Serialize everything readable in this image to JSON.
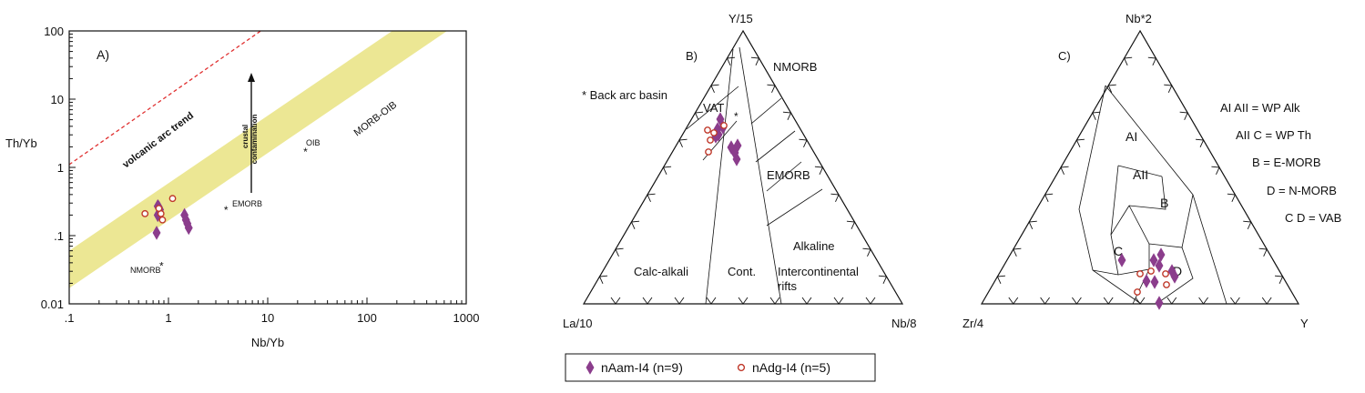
{
  "colors": {
    "diamond": "#8b3d8c",
    "circle": "#c0392b",
    "band": "#ece794",
    "arc_trend": "#e03030",
    "axes": "#111111"
  },
  "legend": {
    "entries": [
      {
        "label": "nAam-I4 (n=9)",
        "marker": "diamond"
      },
      {
        "label": "nAdg-I4 (n=5)",
        "marker": "circle"
      }
    ]
  },
  "chart_data": [
    {
      "panel": "A)",
      "type": "scatter",
      "xlabel": "Nb/Yb",
      "ylabel": "Th/Yb",
      "xscale": "log",
      "yscale": "log",
      "xlim": [
        0.1,
        1000
      ],
      "ylim": [
        0.01,
        100
      ],
      "xticks": [
        ".1",
        "1",
        "10",
        "100",
        "1000"
      ],
      "yticks": [
        "100",
        "10",
        "1",
        ".1",
        "0.01"
      ],
      "annotations": {
        "arc_trend": "volcanic arc trend",
        "band": "MORB-OIB",
        "contamination_1": "crustal",
        "contamination_2": "contamination",
        "oib": "OIB",
        "emorb": "EMORB",
        "nmorb": "NMORB"
      },
      "reference_points": [
        {
          "name": "OIB",
          "x": 24,
          "y": 1.8
        },
        {
          "name": "EMORB",
          "x": 3.8,
          "y": 0.25
        },
        {
          "name": "NMORB",
          "x": 0.85,
          "y": 0.038
        }
      ],
      "series": [
        {
          "name": "nAam-I4 (n=9)",
          "marker": "diamond",
          "points": [
            [
              0.78,
              0.27
            ],
            [
              0.82,
              0.24
            ],
            [
              0.78,
              0.2
            ],
            [
              0.76,
              0.11
            ],
            [
              1.45,
              0.2
            ],
            [
              1.5,
              0.17
            ],
            [
              1.55,
              0.15
            ],
            [
              1.6,
              0.13
            ],
            [
              0.8,
              0.26
            ]
          ]
        },
        {
          "name": "nAdg-I4 (n=5)",
          "marker": "circle",
          "points": [
            [
              0.58,
              0.21
            ],
            [
              0.84,
              0.21
            ],
            [
              0.87,
              0.17
            ],
            [
              1.1,
              0.35
            ],
            [
              0.8,
              0.25
            ]
          ]
        }
      ]
    },
    {
      "panel": "B)",
      "type": "scatter",
      "vertices": {
        "top": "Y/15",
        "left": "La/10",
        "right": "Nb/8"
      },
      "fields": [
        "NMORB",
        "VAT",
        "EMORB",
        "Alkaline",
        "Calc-alkali",
        "Cont.",
        "Intercontinental",
        "rifts"
      ],
      "note": "* Back arc basin",
      "series": [
        {
          "name": "nAam-I4 (n=9)",
          "marker": "diamond"
        },
        {
          "name": "nAdg-I4 (n=5)",
          "marker": "circle"
        }
      ]
    },
    {
      "panel": "C)",
      "type": "scatter",
      "vertices": {
        "top": "Nb*2",
        "left": "Zr/4",
        "right": "Y"
      },
      "fields": [
        "AI",
        "AII",
        "B",
        "C",
        "D"
      ],
      "key": [
        "AI AII = WP Alk",
        "AII C = WP Th",
        "B = E-MORB",
        "D = N-MORB",
        "C D = VAB"
      ],
      "series": [
        {
          "name": "nAam-I4 (n=9)",
          "marker": "diamond"
        },
        {
          "name": "nAdg-I4 (n=5)",
          "marker": "circle"
        }
      ]
    }
  ]
}
